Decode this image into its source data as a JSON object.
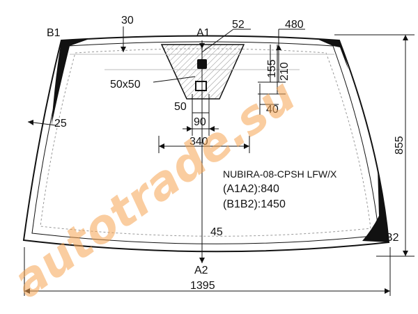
{
  "points": {
    "b1": "B1",
    "a1": "A1",
    "b2": "B2",
    "a2": "A2"
  },
  "dimensions": {
    "d30": "30",
    "d52": "52",
    "d480": "480",
    "d155": "155",
    "d210": "210",
    "d50x50": "50x50",
    "d50": "50",
    "d40": "40",
    "d90": "90",
    "d340": "340",
    "d25": "25",
    "d855": "855",
    "d45": "45",
    "d1395": "1395"
  },
  "info": {
    "model": "NUBIRA-08-CPSH LFW/X",
    "a1a2": "(A1A2):840",
    "b1b2": "(B1B2):1450"
  },
  "watermark": "autotrade.su",
  "colors": {
    "line": "#111111",
    "dashed": "#999999",
    "hatch": "#888888",
    "watermark": "#f6a553"
  }
}
